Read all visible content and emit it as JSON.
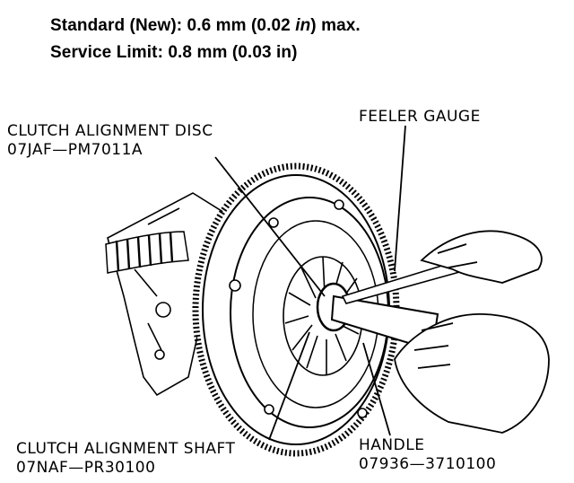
{
  "spec": {
    "standard": {
      "label": "Standard (New): 0.6 mm (0.02 ",
      "unit": "in",
      "suffix": ") max."
    },
    "limit": "Service Limit: 0.8 mm (0.03 in)"
  },
  "labels": {
    "disc": {
      "name": "CLUTCH ALIGNMENT DISC",
      "part": "07JAF—PM7011A"
    },
    "gauge": {
      "name": "FEELER GAUGE"
    },
    "shaft": {
      "name": "CLUTCH ALIGNMENT SHAFT",
      "part": "07NAF—PR30100"
    },
    "handle": {
      "name": "HANDLE",
      "part": "07936—3710100"
    }
  }
}
